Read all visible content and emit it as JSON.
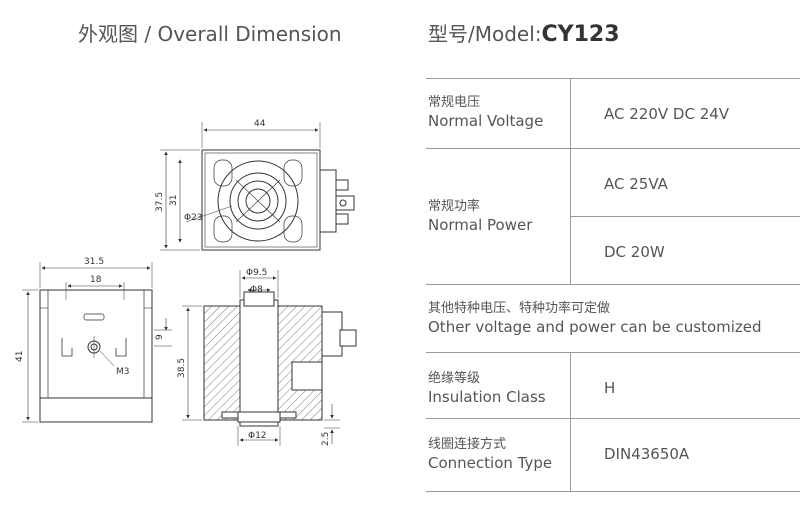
{
  "headings": {
    "left": "外观图 / Overall Dimension",
    "right_prefix": "型号/Model:",
    "right_model": "CY123"
  },
  "dimensions": {
    "top_width": "44",
    "outer_height": "37.5",
    "inner_height": "31",
    "phi23": "Φ23",
    "left_width": "31.5",
    "left_inner": "18",
    "left_height": "41",
    "left_offset": "9",
    "screw": "M3",
    "phi95": "Φ9.5",
    "bore_top": "Φ8",
    "section_height": "38.5",
    "phi12": "Φ12",
    "base": "2.5"
  },
  "specs": {
    "voltage": {
      "cn": "常规电压",
      "en": "Normal Voltage",
      "value": "AC 220V  DC 24V"
    },
    "power": {
      "cn": "常规功率",
      "en": "Normal Power",
      "value_ac": "AC 25VA",
      "value_dc": "DC 20W"
    },
    "custom": {
      "cn": "其他特种电压、特种功率可定做",
      "en": "Other voltage and power can be customized"
    },
    "insulation": {
      "cn": "绝缘等级",
      "en": "Insulation Class",
      "value": "H"
    },
    "connection": {
      "cn": "线圈连接方式",
      "en": "Connection Type",
      "value": "DIN43650A"
    }
  }
}
